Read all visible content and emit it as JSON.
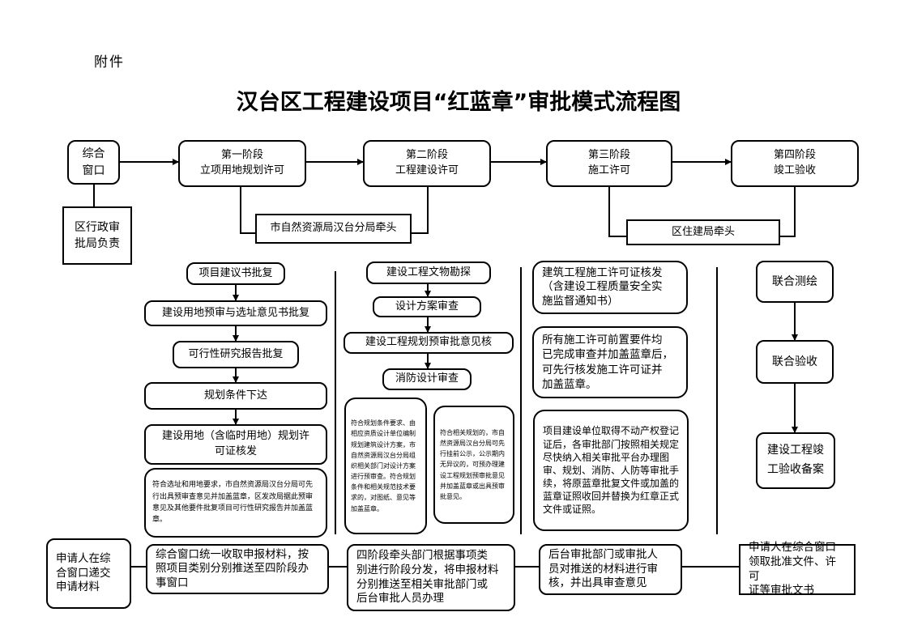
{
  "attachment": "附件",
  "title": "汉台区工程建设项目“红蓝章”审批模式流程图",
  "top": {
    "window": "综合\n窗口",
    "district": "区行政审\n批局负责",
    "stage1": "第一阶段\n立项用地规划许可",
    "stage2": "第二阶段\n工程建设许可",
    "stage3": "第三阶段\n施工许可",
    "stage4": "第四阶段\n竣工验收",
    "lead12": "市自然资源局汉台分局牵头",
    "lead34": "区住建局牵头"
  },
  "col1": {
    "i1": "项目建议书批复",
    "i2": "建设用地预审与选址意见书批复",
    "i3": "可行性研究报告批复",
    "i4": "规划条件下达",
    "i5": "建设用地（含临时用地）规划许\n可证核发",
    "note": "符合选址和用地要求，市自然资源局汉台分局可先行出具预审查意见并加盖蓝章，区发改局据此预审意见及其他要件批复项目可行性研究报告并加盖蓝章。"
  },
  "col2": {
    "i1": "建设工程文物勘探",
    "i2": "设计方案审查",
    "i3": "建设工程规划预审批意见核",
    "i4": "消防设计审查",
    "note1": "符合规划条件要求、由相应资质设计单位编制规划建筑设计方案，市自然资源局汉台分局组织相关部门对设计方案进行预审查。符合规划条件和相关规范技术要求的，对图纸、意见等加盖蓝章。",
    "note2": "符合相关规划的，市自然资源局汉台分局可先行挂前公示，公示期内无异议的，可预办理建设工程规划预审批意见并加盖蓝章或出具预审批意见。"
  },
  "col3": {
    "i1": "建筑工程施工许可证核发\n（含建设工程质量安全实\n施监督通知书）",
    "i2": "所有施工许可前置要件均\n已完成审查并加盖蓝章后，\n可先行核发施工许可证并\n加盖蓝章。",
    "i3": "项目建设单位取得不动产权登记证后，各审批部门按照相关规定尽快纳入相关审批平台办理图审、规划、消防、人防等审批手续，将原蓝章批复文件或加盖的蓝章证照收回并替换为红章正式文件或证照。"
  },
  "col4": {
    "i1": "联合测绘",
    "i2": "联合验收",
    "i3": "建设工程竣\n工验收备案"
  },
  "bottom": {
    "b1": "申请人在综\n合窗口递交\n申请材料",
    "b2": "综合窗口统一收取申报材料，按\n照项目类别分别推送至四阶段办\n事窗口",
    "b3": "四阶段牵头部门根据事项类\n别进行阶段分发，将申报材料\n分别推送至相关审批部门或\n后台审批人员办理",
    "b4": "后台审批部门或审批人\n员对推送的材料进行审\n核，并出具审查意见",
    "b5": "申请人在综合窗口\n领取批准文件、许可\n证等审批文书"
  }
}
